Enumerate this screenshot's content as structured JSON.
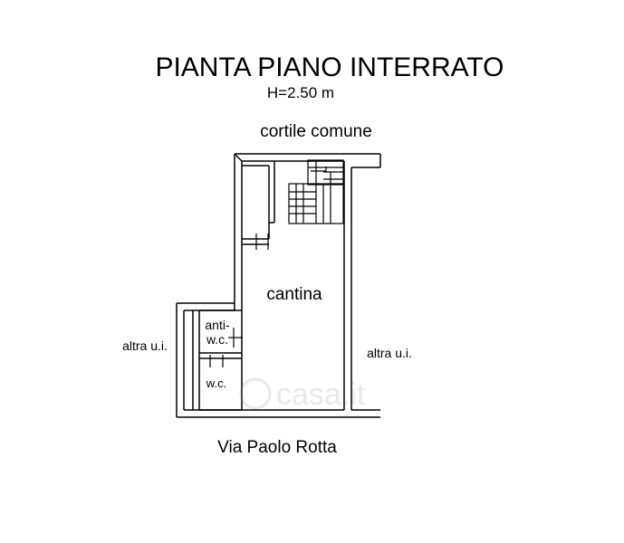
{
  "plan": {
    "title": "PIANTA PIANO INTERRATO",
    "height_note": "H=2.50 m",
    "north_label": "cortile comune",
    "room_main": "cantina",
    "room_anti_line1": "anti-",
    "room_anti_line2": "w.c.",
    "room_wc": "w.c.",
    "left_label": "altra u.i.",
    "right_label": "altra u.i.",
    "street_label": "Via Paolo Rotta",
    "watermark": "casa.it"
  }
}
